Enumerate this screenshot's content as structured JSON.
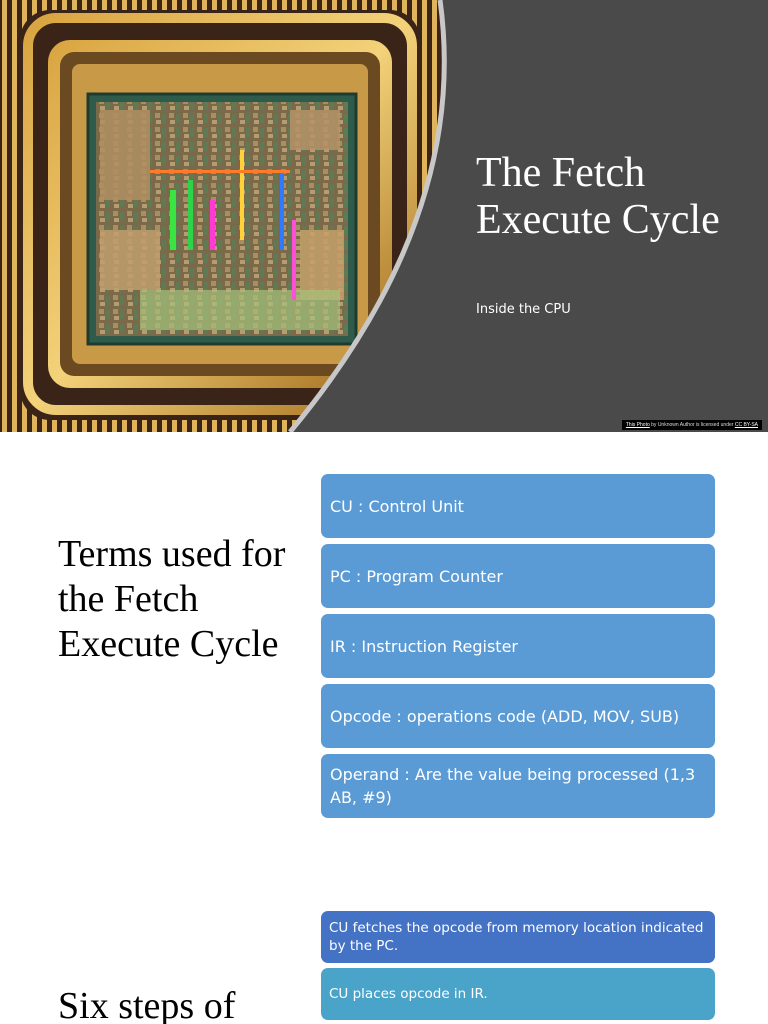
{
  "slide1": {
    "title": "The Fetch Execute Cycle",
    "subtitle": "Inside the CPU",
    "credit": {
      "photo_link": "This Photo",
      "middle": " by Unknown Author is licensed under ",
      "license_link": "CC BY-SA"
    }
  },
  "slide2": {
    "title": "Terms used for the Fetch Execute Cycle",
    "terms": [
      "CU :  Control Unit",
      "PC :  Program Counter",
      "IR  :  Instruction Register",
      "Opcode : operations code (ADD, MOV, SUB)",
      "Operand : Are the value being processed (1,3 AB, #9)"
    ],
    "box_color": "#5b9bd5"
  },
  "slide3": {
    "title": "Six steps of",
    "steps": [
      {
        "text": "CU fetches the opcode from memory location indicated by the PC.",
        "color": "#4472c4"
      },
      {
        "text": "CU places opcode in IR.",
        "color": "#4aa3c8"
      }
    ]
  }
}
